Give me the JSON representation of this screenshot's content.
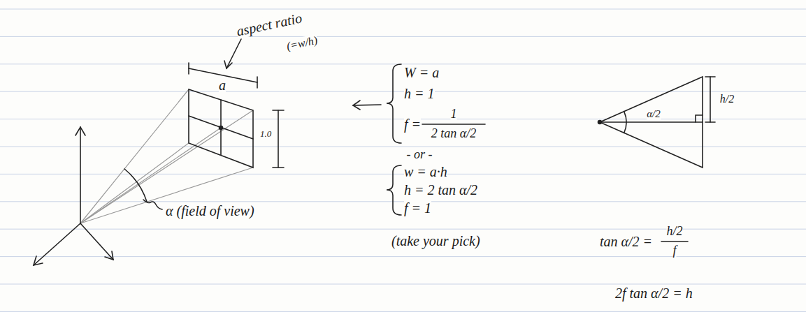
{
  "diagram": {
    "labels": [
      "aspect ratio",
      "(=w/h)",
      "a",
      "1.0",
      "α (field of view)",
      "W = a",
      "h = 1",
      "f =",
      "1",
      "2 tan α/2",
      "- or -",
      "w = a·h",
      "h = 2 tan α/2",
      "f = 1",
      "(take your pick)",
      "α/2",
      "h/2",
      "tan α/2 =",
      "h/2",
      "f",
      "2f tan α/2 = h"
    ]
  }
}
